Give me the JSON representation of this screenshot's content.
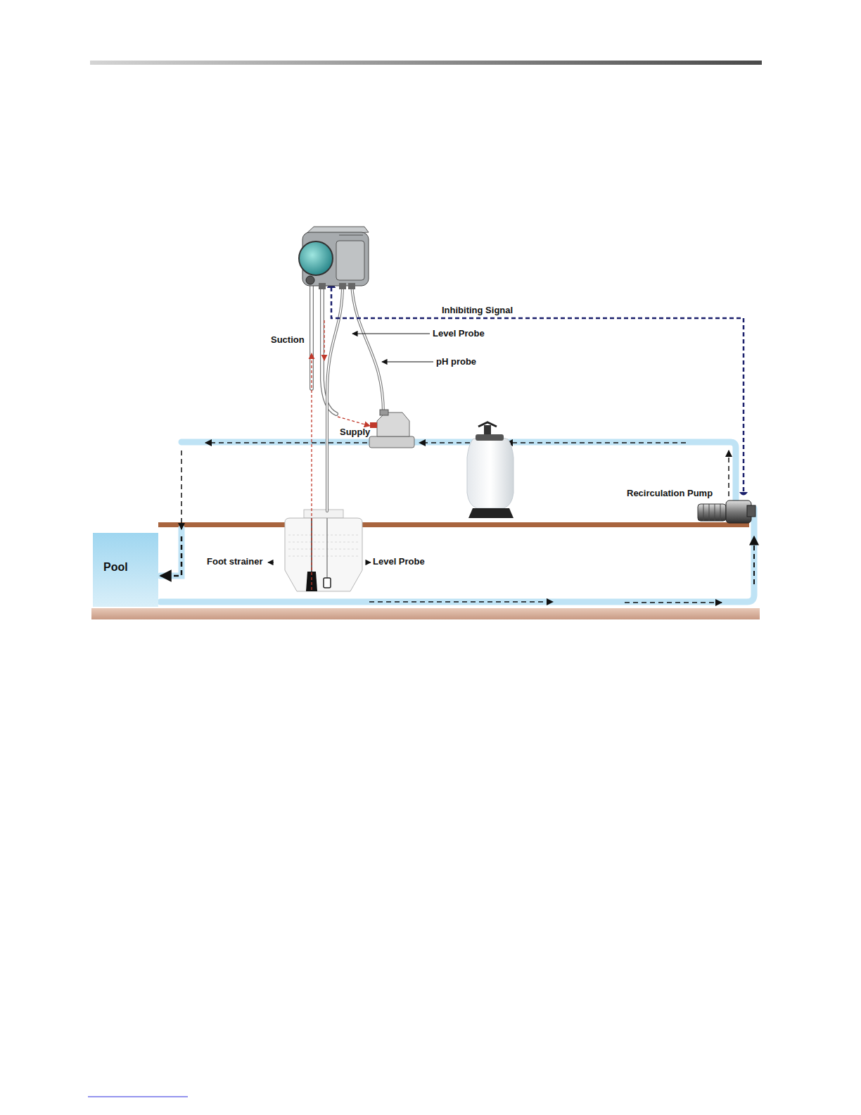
{
  "diagram": {
    "nodes": [
      {
        "text": [
          "Pool"
        ]
      }
    ],
    "labels": [
      "Inhibiting Signal",
      "Level Probe",
      "pH probe",
      "Suction",
      "Supply",
      "Recirculation Pump",
      "Foot strainer",
      "Level Probe"
    ]
  }
}
